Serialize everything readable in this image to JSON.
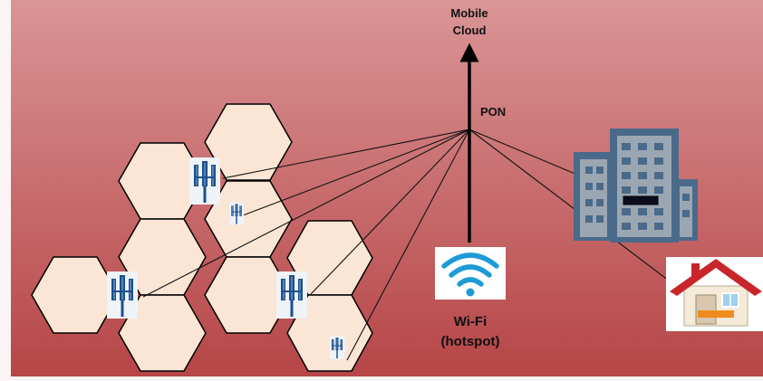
{
  "labels": {
    "cloud_line1": "Mobile",
    "cloud_line2": "Cloud",
    "pon": "PON",
    "wifi_line1": "Wi-Fi",
    "wifi_line2": "(hotspot)"
  },
  "colors": {
    "bg_top": "#da9596",
    "bg_bottom": "#b64547",
    "hex_fill": "#fbe5d4",
    "tower_blue": "#1c4f8c",
    "building": "#4a6a8a",
    "wifi_blue": "#1e9ad6",
    "roof_red": "#c8262b",
    "door_orange": "#f08c1e"
  },
  "icons": {
    "tower": "cell-tower-icon",
    "wifi": "wifi-icon",
    "office": "office-building-icon",
    "house": "house-icon"
  }
}
